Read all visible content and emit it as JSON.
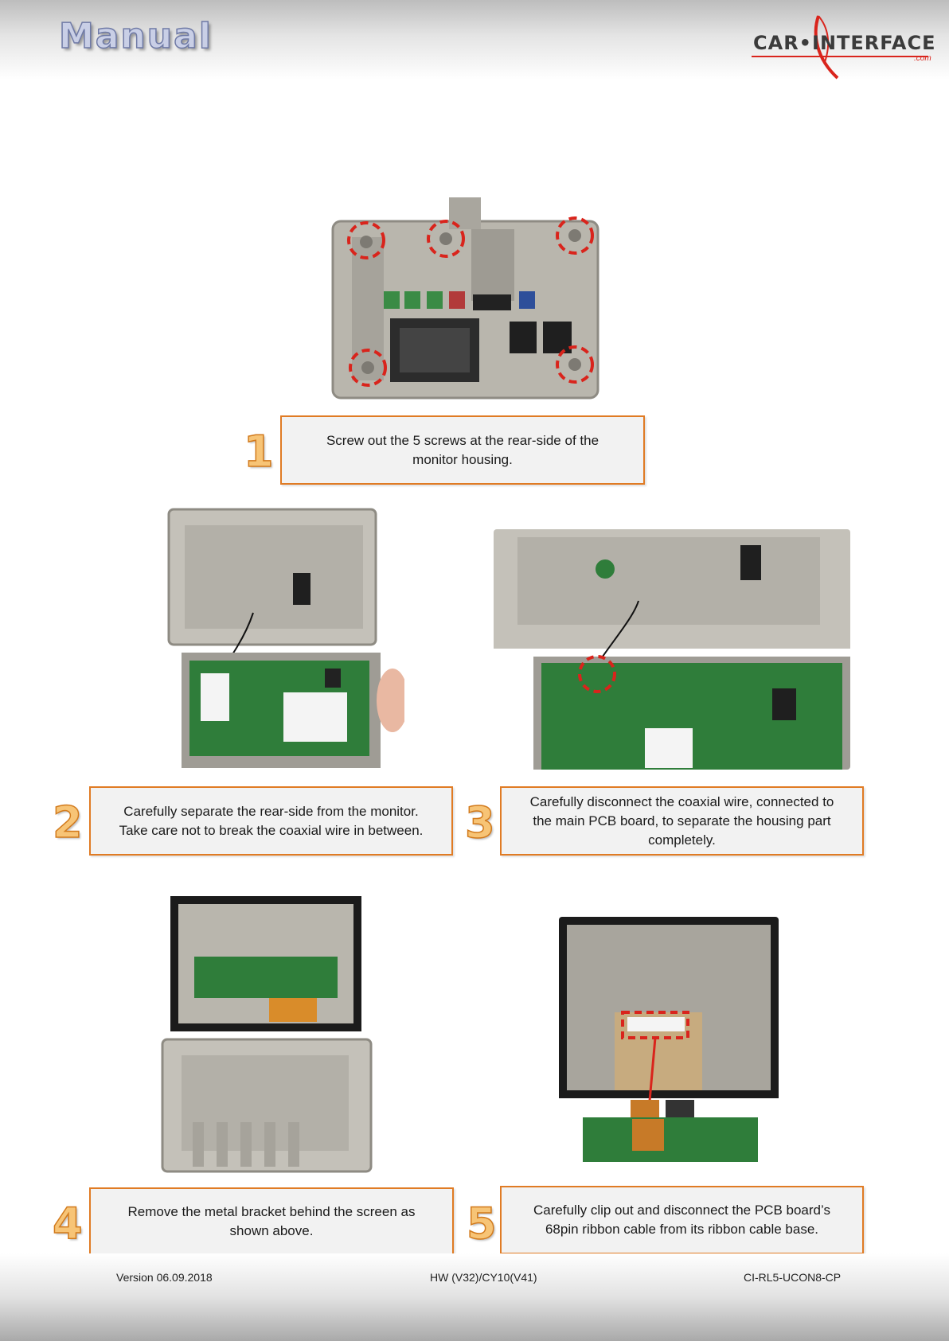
{
  "header": {
    "title": "Manual",
    "logo_text": "CAR•INTERFACE",
    "logo_suffix": ".com"
  },
  "steps": [
    {
      "number": "1",
      "caption": [
        "Screw out the 5 screws at the rear-side of the",
        "monitor housing."
      ]
    },
    {
      "number": "2",
      "caption": [
        "Carefully separate the rear-side from the monitor.",
        "Take care not to break the coaxial wire in between."
      ]
    },
    {
      "number": "3",
      "caption": [
        "Carefully disconnect the coaxial wire, connected to",
        "the main PCB board, to separate the housing part",
        "completely."
      ]
    },
    {
      "number": "4",
      "caption": [
        "Remove the metal bracket behind the screen as",
        "shown above."
      ]
    },
    {
      "number": "5",
      "caption": [
        "Carefully clip out and disconnect  the PCB board’s",
        "68pin ribbon cable from its ribbon cable base."
      ]
    }
  ],
  "footer": {
    "version": "Version 06.09.2018",
    "hardware": "HW (V32)/CY10(V41)",
    "product": "CI-RL5-UCON8-CP"
  },
  "colors": {
    "accent_orange": "#e07b24",
    "marker_red": "#d9241c",
    "pcb_green": "#2f7d3a",
    "metal_gray": "#b9b6ad"
  }
}
